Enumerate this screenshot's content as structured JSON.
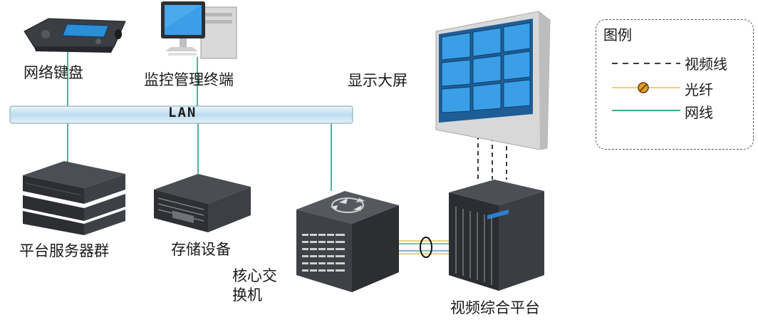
{
  "bus_label": "LAN",
  "devices": {
    "network_keyboard": "网络键盘",
    "monitor_terminal": "监控管理终端",
    "display_wall": "显示大屏",
    "server_cluster": "平台服务器群",
    "storage": "存储设备",
    "core_switch": "核心交\n换机",
    "video_platform": "视频综合平台"
  },
  "legend": {
    "title": "图例",
    "items": [
      {
        "type": "video",
        "label": "视频线"
      },
      {
        "type": "fiber",
        "label": "光纤"
      },
      {
        "type": "network",
        "label": "网线"
      }
    ]
  },
  "colors": {
    "network_line": "#2e9b78",
    "fiber_line": "#e8c24a",
    "video_line": "#222222",
    "bus_fill": "#cfe6f3",
    "screen_blue": "#2f8fd8"
  }
}
